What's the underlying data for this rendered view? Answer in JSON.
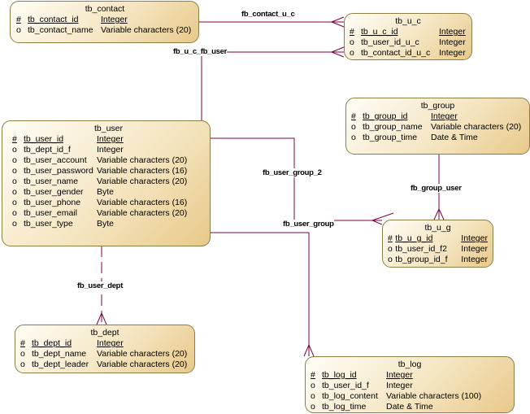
{
  "entities": {
    "tb_contact": {
      "title": "tb_contact",
      "rows": [
        [
          "#",
          "tb_contact_id",
          "Integer"
        ],
        [
          "o",
          "tb_contact_name",
          "Variable characters (20)"
        ]
      ]
    },
    "tb_u_c": {
      "title": "tb_u_c",
      "rows": [
        [
          "#",
          "tb_u_c_id",
          "Integer"
        ],
        [
          "o",
          "tb_user_id_u_c",
          "Integer"
        ],
        [
          "o",
          "tb_contact_id_u_c",
          "Integer"
        ]
      ]
    },
    "tb_user": {
      "title": "tb_user",
      "rows": [
        [
          "#",
          "tb_user_id",
          "Integer"
        ],
        [
          "o",
          "tb_dept_id_f",
          "Integer"
        ],
        [
          "o",
          "tb_user_account",
          "Variable characters (20)"
        ],
        [
          "o",
          "tb_user_password",
          "Variable characters (16)"
        ],
        [
          "o",
          "tb_user_name",
          "Variable characters (20)"
        ],
        [
          "o",
          "tb_user_gender",
          "Byte"
        ],
        [
          "o",
          "tb_user_phone",
          "Variable characters (16)"
        ],
        [
          "o",
          "tb_user_email",
          "Variable characters (20)"
        ],
        [
          "o",
          "tb_user_type",
          "Byte"
        ]
      ]
    },
    "tb_group": {
      "title": "tb_group",
      "rows": [
        [
          "#",
          "tb_group_id",
          "Integer"
        ],
        [
          "o",
          "tb_group_name",
          "Variable characters (20)"
        ],
        [
          "o",
          "tb_group_time",
          "Date & Time"
        ]
      ]
    },
    "tb_u_g": {
      "title": "tb_u_g",
      "rows": [
        [
          "#",
          "tb_u_g_id",
          "Integer"
        ],
        [
          "o",
          "tb_user_id_f2",
          "Integer"
        ],
        [
          "o",
          "tb_group_id_f",
          "Integer"
        ]
      ]
    },
    "tb_dept": {
      "title": "tb_dept",
      "rows": [
        [
          "#",
          "tb_dept_id",
          "Integer"
        ],
        [
          "o",
          "tb_dept_name",
          "Variable characters (20)"
        ],
        [
          "o",
          "tb_dept_leader",
          "Variable characters (20)"
        ]
      ]
    },
    "tb_log": {
      "title": "tb_log",
      "rows": [
        [
          "#",
          "tb_log_id",
          "Integer"
        ],
        [
          "o",
          "tb_user_id_f",
          "Integer"
        ],
        [
          "o",
          "tb_log_content",
          "Variable characters (100)"
        ],
        [
          "o",
          "tb_log_time",
          "Date & Time"
        ]
      ]
    }
  },
  "relationships": {
    "contact_u_c": "fb_contact_u_c",
    "u_c_user": "fb_u_c_fb_user",
    "user_group_2": "fb_user_group_2",
    "user_group": "fb_user_group",
    "group_user": "fb_group_user",
    "user_dept": "fb_user_dept"
  },
  "colors": {
    "link": "#800040",
    "border": "#8c7f45"
  }
}
